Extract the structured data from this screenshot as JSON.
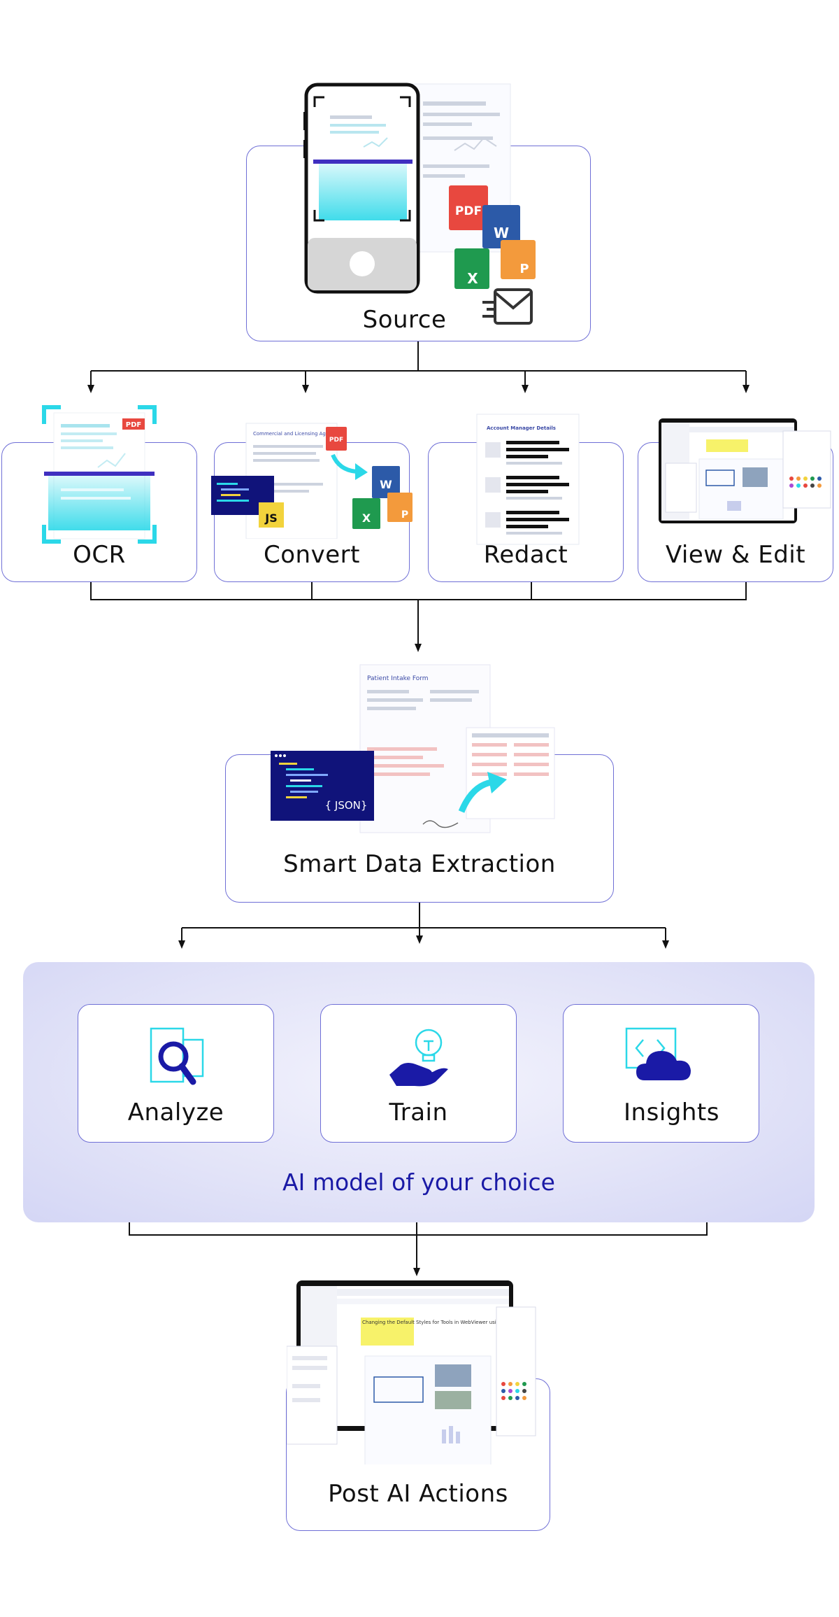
{
  "nodes": {
    "source": "Source",
    "ocr": "OCR",
    "convert": "Convert",
    "redact": "Redact",
    "view_edit": "View & Edit",
    "smart_data_extraction": "Smart Data Extraction",
    "analyze": "Analyze",
    "train": "Train",
    "insights": "Insights",
    "ai_panel_caption": "AI model of your choice",
    "post_ai_actions": "Post AI Actions"
  },
  "file_badges": {
    "pdf": "PDF",
    "word": "W",
    "excel": "X",
    "powerpoint": "P",
    "js": "JS",
    "json": "{ JSON}"
  },
  "doc_titles": {
    "convert_doc": "Commercial and Licensing Agreement",
    "redact_doc": "Account Manager Details",
    "extraction_form": "Patient Intake Form",
    "editor_highlight": "Changing the Default Styles for Tools in WebViewer using TypeScript"
  },
  "colors": {
    "box_border": "#6f6fd6",
    "accent_blue": "#1a1aa6",
    "cyan": "#2bd8e8",
    "pdf_red": "#e8483f",
    "word_blue": "#2c5aa8",
    "excel_green": "#1f9a4f",
    "ppt_orange": "#f39a3c",
    "js_yellow": "#f2d33c",
    "code_navy": "#10137a"
  },
  "icons": [
    "phone-scanner-icon",
    "email-icon",
    "magnifier-document-icon",
    "hand-lightbulb-icon",
    "cloud-code-icon"
  ]
}
